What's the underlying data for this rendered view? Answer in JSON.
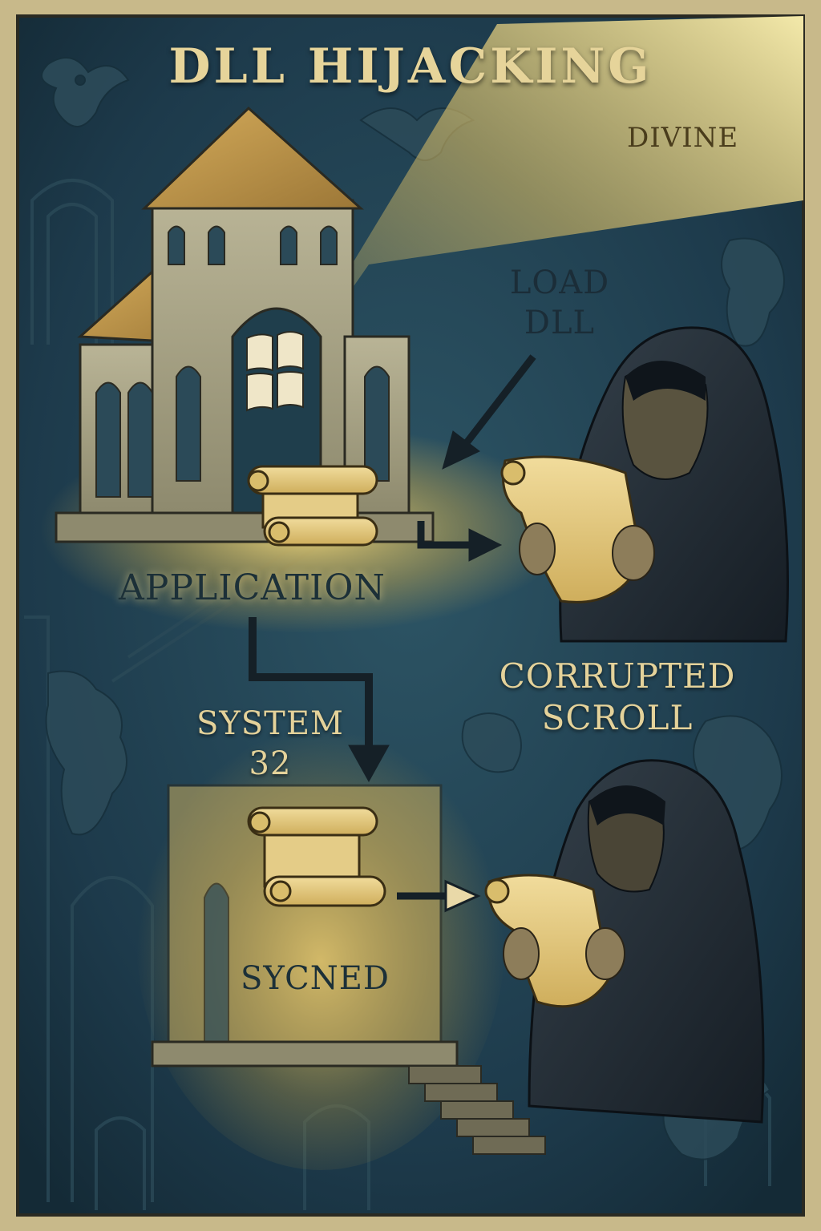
{
  "title": "DLL HIJACKING",
  "labels": {
    "divine": "DIVINE",
    "load_dll_line1": "LOAD",
    "load_dll_line2": "DLL",
    "application": "APPLICATION",
    "corrupted_line1": "CORRUPTED",
    "corrupted_line2": "SCROLL",
    "system_line1": "SYSTEM",
    "system_line2": "32",
    "synced": "SYCNED"
  },
  "colors": {
    "background_dark": "#1d3a4b",
    "parchment": "#e8d49a",
    "light": "#f3d77a",
    "ink": "#1b2a30",
    "border": "#c8b98a"
  },
  "icons": [
    "windows-logo-icon",
    "scroll-icon",
    "hooded-figure-icon",
    "gargoyle-icon",
    "arrow-icon"
  ]
}
